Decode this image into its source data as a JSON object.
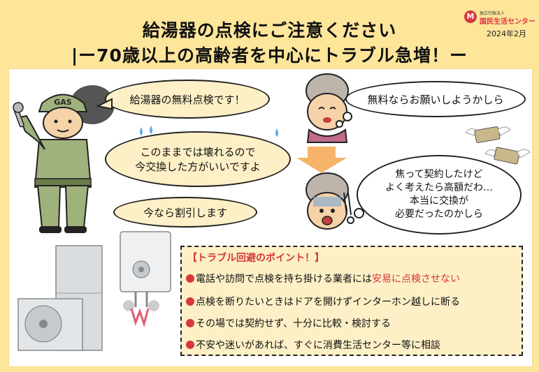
{
  "header": {
    "title": "給湯器の点検にご注意ください",
    "subtitle": "|ー70歳以上の高齢者を中心にトラブル急増！ー",
    "org_sub": "独立行政法人",
    "org_name": "国民生活センター",
    "org_mark": "M",
    "date": "2024年2月"
  },
  "worker": {
    "cap_text": "GAS",
    "speech": [
      "給湯器の無料点検です！",
      "このままでは壊れるので",
      "今交換した方がいいですよ",
      "今なら割引します"
    ]
  },
  "elder": {
    "thought1": "無料ならお願いしようかしら",
    "thought2": [
      "焦って契約したけど",
      "よく考えたら高額だわ…",
      "本当に交換が",
      "必要だったのかしら"
    ]
  },
  "points": {
    "title": "【トラブル回避のポイント！】",
    "items": [
      {
        "before": "電話や訪問で点検を持ち掛ける業者には",
        "highlight": "安易に点検させない"
      },
      {
        "before": "点検を断りたいときはドアを開けずインターホン越しに断る",
        "highlight": ""
      },
      {
        "before": "その場では契約せず、十分に比較・検討する",
        "highlight": ""
      },
      {
        "before": "不安や迷いがあれば、すぐに消費生活センター等に相談",
        "highlight": ""
      }
    ]
  },
  "colors": {
    "background": "#fde59a",
    "bubble": "#fdf0c6",
    "accent_red": "#d7373d",
    "worker_green": "#9fb27c"
  },
  "icons": [
    "gas-worker-figure",
    "wrench-icon",
    "elderly-woman-figure",
    "money-wings-icon",
    "water-heater-icon",
    "down-arrow-icon"
  ]
}
